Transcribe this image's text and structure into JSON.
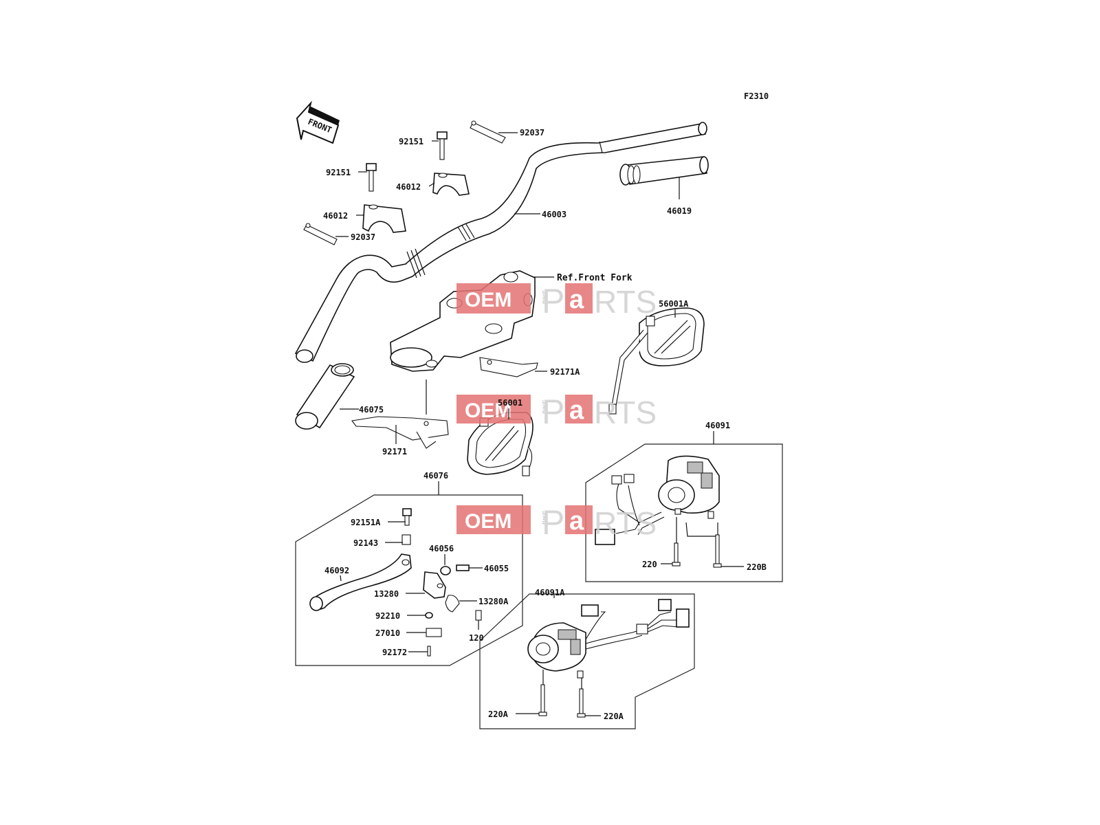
{
  "diagram_code": "F2310",
  "front_arrow_label": "FRONT",
  "watermark": {
    "oem": "OEM",
    "bike": "BIKE",
    "p": "P",
    "a": "a",
    "rts": "RTS",
    "colors": {
      "red": "#e57373",
      "gray": "#cfcfcf"
    }
  },
  "callouts": {
    "c92037_top": "92037",
    "c92151_top": "92151",
    "c46012_top": "46012",
    "c92151_left": "92151",
    "c46012_left": "46012",
    "c92037_left": "92037",
    "c46003": "46003",
    "c46019": "46019",
    "c_ref_front_fork": "Ref.Front Fork",
    "c56001A": "56001A",
    "c92171A": "92171A",
    "c46075": "46075",
    "c56001": "56001",
    "c92171": "92171",
    "c46091": "46091",
    "c46076": "46076",
    "c92151A": "92151A",
    "c92143": "92143",
    "c46056": "46056",
    "c46055": "46055",
    "c46092": "46092",
    "c13280": "13280",
    "c13280A": "13280A",
    "c92210": "92210",
    "c27010": "27010",
    "c120": "120",
    "c92172": "92172",
    "c220": "220",
    "c220B": "220B",
    "c46091A": "46091A",
    "c220A_left": "220A",
    "c220A_right": "220A"
  }
}
